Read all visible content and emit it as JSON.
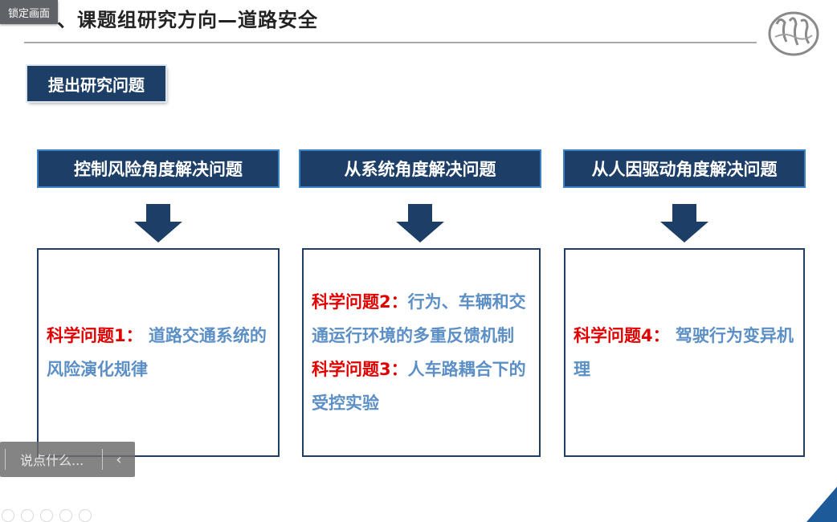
{
  "overlay": {
    "lock_label": "锁定画面"
  },
  "slide": {
    "title": "一、课题组研究方向—道路安全",
    "section_label": "提出研究问题",
    "columns": [
      {
        "header": "控制风险角度解决问题",
        "questions": [
          {
            "label": "科学问题1：",
            "text": " 道路交通系统的风险演化规律"
          }
        ]
      },
      {
        "header": "从系统角度解决问题",
        "questions": [
          {
            "label": "科学问题2：",
            "text": "行为、车辆和交通运行环境的多重反馈机制"
          },
          {
            "label": "科学问题3：",
            "text": "人车路耦合下的受控实验"
          }
        ]
      },
      {
        "header": "从人因驱动角度解决问题",
        "questions": [
          {
            "label": "科学问题4：",
            "text": " 驾驶行为变异机理"
          }
        ]
      }
    ]
  },
  "comment_bar": {
    "placeholder": "说点什么...",
    "collapse_icon": "chevron-left-icon"
  },
  "colors": {
    "header_bg": "#1d3f67",
    "header_border": "#3b82c8",
    "question_label": "#e00000",
    "question_text": "#5b8fc5",
    "arrow": "#1d3f67"
  }
}
